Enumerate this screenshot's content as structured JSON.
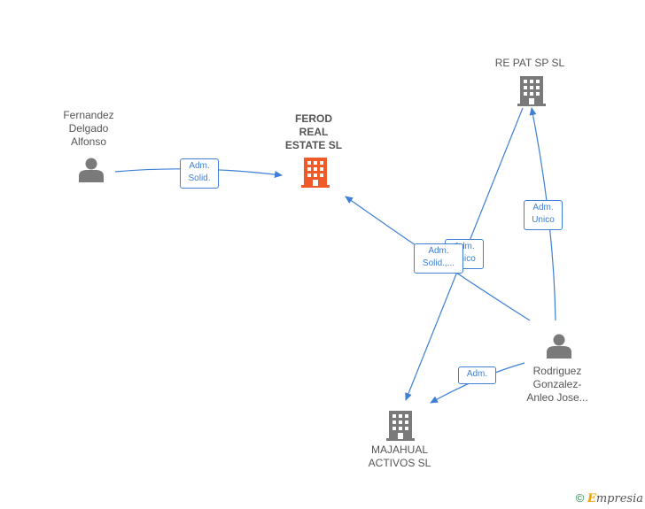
{
  "colors": {
    "edge": "#3f7fd4",
    "node": "#7a7a7a",
    "main_company": "#f05a28"
  },
  "nodes": {
    "fernandez": {
      "label": "Fernandez\nDelgado\nAlfonso",
      "icon": "person-icon"
    },
    "ferod": {
      "label": "FEROD\nREAL\nESTATE  SL",
      "icon": "building-icon"
    },
    "repatsp": {
      "label": "RE PAT SP  SL",
      "icon": "building-icon"
    },
    "rodriguez": {
      "label": "Rodriguez\nGonzalez-\nAnleo Jose...",
      "icon": "person-icon"
    },
    "majahual": {
      "label": "MAJAHUAL\nACTIVOS  SL",
      "icon": "building-icon"
    }
  },
  "edges": {
    "fernandez_ferod": "Adm.\nSolid.",
    "rodriguez_repatsp": "Adm.\nUnico",
    "hidden_unico": "Adm.\nUnico",
    "rodriguez_ferod": "Adm.\nSolid.,...",
    "rodriguez_majahual": "Adm."
  },
  "footer": {
    "copyright": "©",
    "brand_e": "E",
    "brand_rest": "mpresia"
  }
}
